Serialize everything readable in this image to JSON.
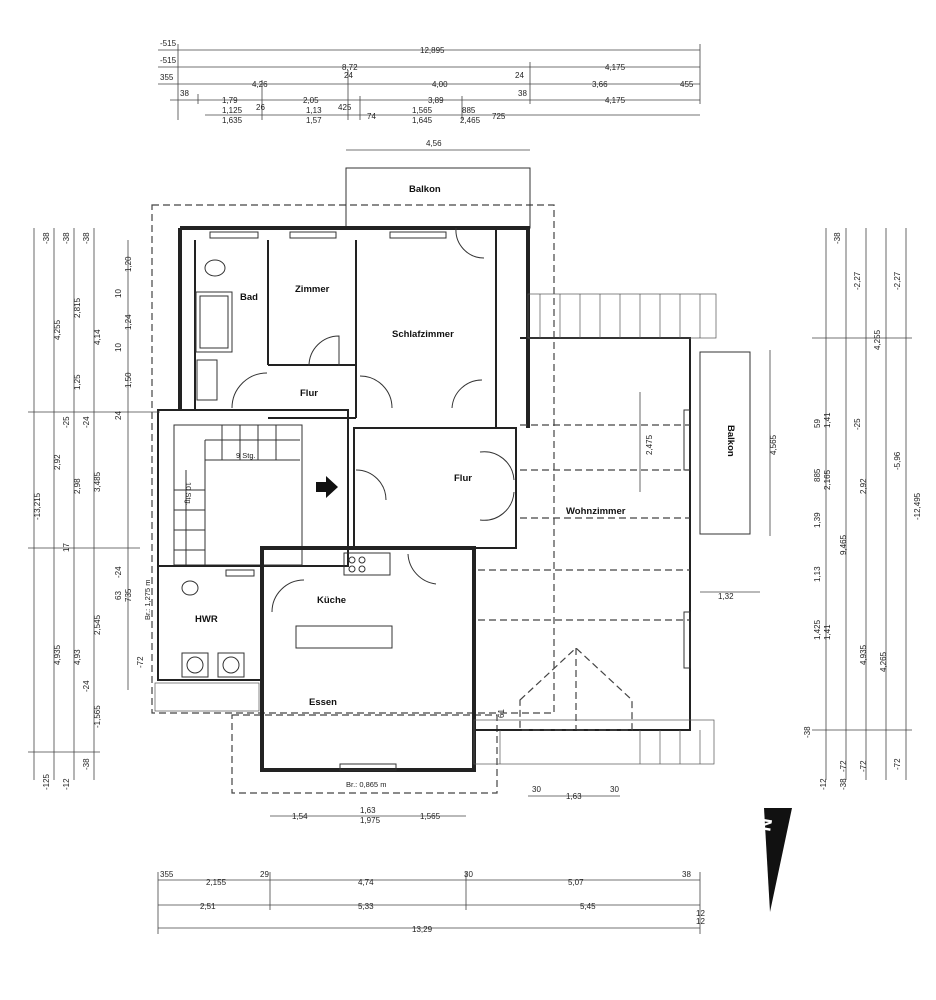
{
  "rooms": {
    "balkon_top": "Balkon",
    "bad": "Bad",
    "zimmer": "Zimmer",
    "schlafzimmer": "Schlafzimmer",
    "flur_upper": "Flur",
    "flur_right": "Flur",
    "stair_9": "9 Stg.",
    "stair_10": "10 Stg.",
    "wohnzimmer": "Wohnzimmer",
    "balkon_right": "Balkon",
    "kueche": "Küche",
    "hwr": "HWR",
    "essen": "Essen"
  },
  "notes": {
    "window_hwr": "Br.: 1,275 m",
    "window_essen": "Br.: 0,865 m",
    "dim_balkon": "4,56",
    "dim_wohn_h": "4,565",
    "dim_247": "2,475",
    "dim_132": "1,32",
    "dim_030a": "30",
    "dim_163": "1,63",
    "dim_030b": "30",
    "dim_154": "1,54",
    "dim_163b": "1,63",
    "dim_197": "1,975",
    "dim_156": "1,565",
    "dim_061": "61"
  },
  "top_dims": {
    "row1": [
      "-515",
      "12,895"
    ],
    "row2": [
      "-515",
      "8,72",
      "4,175"
    ],
    "row3": [
      "355",
      "4,26",
      "24",
      "4,00",
      "24",
      "3,66",
      "455"
    ],
    "row4": [
      "38",
      "1,79",
      "2,05",
      "3,89",
      "38",
      "4,175"
    ],
    "row5": [
      "1,125",
      "26",
      "1,13",
      "425",
      "1,565",
      "885"
    ],
    "row6": [
      "1,635",
      "1,57",
      "74",
      "1,645",
      "2,465",
      "725"
    ]
  },
  "bottom_dims": {
    "row1": [
      "355",
      "2,155",
      "29",
      "4,74",
      "30",
      "5,07",
      "38"
    ],
    "row2": [
      "2,51",
      "5,33",
      "5,45",
      "12"
    ],
    "row3": [
      "13,29",
      "12"
    ]
  },
  "left_dims": {
    "outer": [
      "-38",
      "4,255",
      "2,92",
      "4,935",
      "-125",
      "-13,215"
    ],
    "mid": [
      "-38",
      "2,815",
      "1,25",
      "-25",
      "2,98",
      "17",
      "4,93",
      "-12"
    ],
    "inner": [
      "-38",
      "4,14",
      "-24",
      "3,485",
      "2,545",
      "-24",
      "-1,565",
      "-38"
    ],
    "fine": [
      "1,20",
      "10",
      "1,24",
      "10",
      "1,50",
      "24",
      "-24",
      "63",
      "735",
      "-72"
    ]
  },
  "right_dims": {
    "outer": [
      "-2,27",
      "-2,27",
      "-5,96",
      "-12,495",
      "-72"
    ],
    "mid": [
      "-38",
      "4,255",
      "-25",
      "2,92",
      "9,465",
      "4,935",
      "-72",
      "-12"
    ],
    "inner": [
      "59",
      "1,41",
      "885",
      "2,165",
      "1,39",
      "1,13",
      "1,425",
      "1,41",
      "4,265",
      "-38",
      "-72",
      "-38"
    ]
  },
  "north_label": "N",
  "colors": {
    "line": "#222222",
    "background": "#ffffff"
  }
}
